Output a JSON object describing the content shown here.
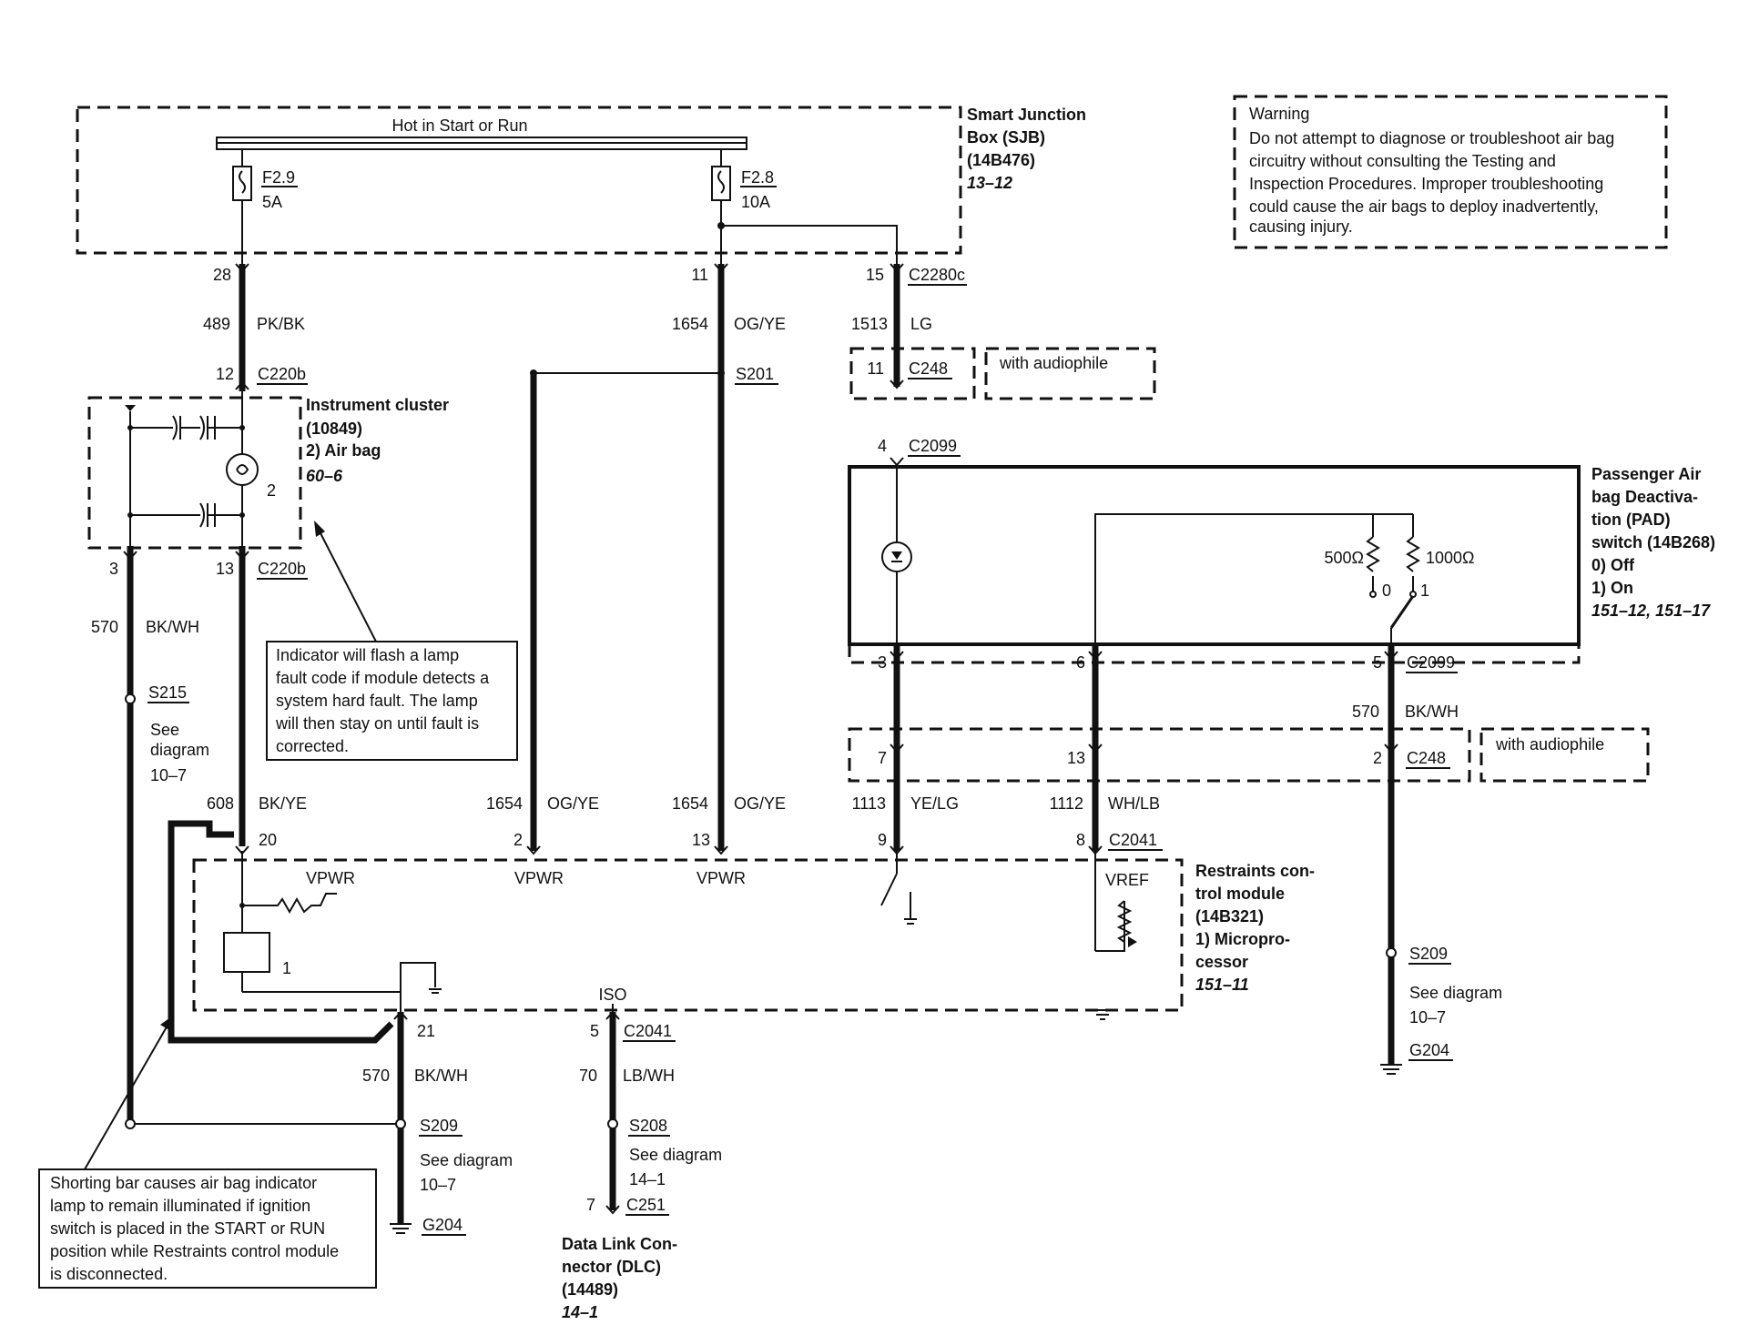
{
  "sjb": {
    "bus_label": "Hot in Start or Run",
    "title_lines": [
      "Smart Junction",
      "Box (SJB)",
      "(14B476)",
      "13–12"
    ],
    "fuse1": {
      "name": "F2.9",
      "rating": "5A"
    },
    "fuse2": {
      "name": "F2.8",
      "rating": "10A"
    }
  },
  "warning": {
    "lines": [
      "Warning",
      "Do not attempt to diagnose or troubleshoot air bag",
      "circuitry without consulting the Testing and",
      "Inspection Procedures. Improper troubleshooting",
      "could cause the air bags to deploy inadvertently,",
      "causing injury."
    ]
  },
  "pins": {
    "p28": "28",
    "p11": "11",
    "p15": "15",
    "p12": "12",
    "p11b": "11",
    "p4": "4",
    "p3": "3",
    "p13": "13",
    "p3b": "3",
    "p6": "6",
    "p5": "5",
    "p7": "7",
    "p13b": "13",
    "p2b": "2",
    "p20": "20",
    "p2": "2",
    "p13c": "13",
    "p9": "9",
    "p8": "8",
    "p21": "21",
    "p5b": "5",
    "p7b": "7",
    "p1": "1",
    "p2cl": "2",
    "pad0": "0",
    "pad1": "1"
  },
  "connectors": {
    "c2280c": "C2280c",
    "c220b_top": "C220b",
    "c220b_bot": "C220b",
    "c248_top": "C248",
    "c2099_top": "C2099",
    "c2099_bot": "C2099",
    "c248_bot": "C248",
    "c2041_top": "C2041",
    "c2041_bot": "C2041",
    "c251": "C251"
  },
  "circuits": {
    "c489": "489",
    "pkbk": "PK/BK",
    "c1654a": "1654",
    "ogye_a": "OG/YE",
    "c1513": "1513",
    "lg": "LG",
    "c570a": "570",
    "bkwh_a": "BK/WH",
    "c570b": "570",
    "bkwh_b": "BK/WH",
    "c608": "608",
    "bkye": "BK/YE",
    "c1654b": "1654",
    "ogye_b": "OG/YE",
    "c1654c": "1654",
    "ogye_c": "OG/YE",
    "c1113": "1113",
    "yelg": "YE/LG",
    "c1112": "1112",
    "wrlb": "WH/LB",
    "c570c": "570",
    "bkwh_c": "BK/WH",
    "c70": "70",
    "lbwh": "LB/WH"
  },
  "splices": {
    "s201": "S201",
    "s215": "S215",
    "s215_see": [
      "See",
      "diagram",
      "10–7"
    ],
    "s209_right": "S209",
    "s209_right_see": [
      "See diagram",
      "10–7"
    ],
    "g204_right": "G204",
    "s209_left": "S209",
    "s209_left_see": [
      "See diagram",
      "10–7"
    ],
    "g204_left": "G204",
    "s208": "S208",
    "s208_see": [
      "See diagram",
      "14–1"
    ]
  },
  "audiophile": {
    "top": "with audiophile",
    "bottom": "with audiophile"
  },
  "cluster": {
    "title_lines": [
      "Instrument cluster",
      "(10849)",
      "2)   Air bag"
    ],
    "ref": "60–6"
  },
  "pad": {
    "title_lines": [
      "Passenger Air",
      "bag Deactiva-",
      "tion (PAD)",
      "switch (14B268)",
      "0)    Off",
      "1)    On"
    ],
    "ref": "151–12, 151–17",
    "r500": "500Ω",
    "r1000": "1000Ω"
  },
  "rcm": {
    "title_lines": [
      "Restraints con-",
      "trol module",
      "(14B321)",
      "1)    Micropro-",
      "        cessor"
    ],
    "ref": "151–11",
    "vpwr1": "VPWR",
    "vpwr2": "VPWR",
    "vpwr3": "VPWR",
    "vref": "VREF",
    "iso": "ISO"
  },
  "dlc": {
    "title_lines": [
      "Data Link Con-",
      "nector (DLC)",
      "(14489)"
    ],
    "ref": "14–1"
  },
  "notes": {
    "indicator": [
      "Indicator will flash a lamp",
      "fault code if module detects a",
      "system hard fault. The lamp",
      "will then stay on until fault is",
      "corrected."
    ],
    "shorting": [
      "Shorting bar causes air bag indicator",
      "lamp to remain illuminated if ignition",
      "switch is placed in the START or RUN",
      "position while Restraints control module",
      "is disconnected."
    ]
  }
}
